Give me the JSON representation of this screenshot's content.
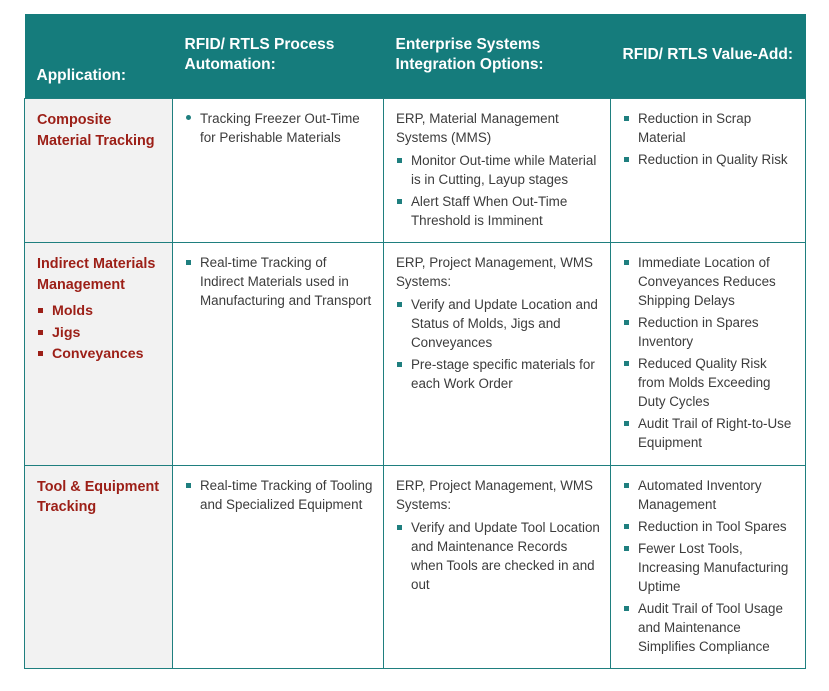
{
  "table": {
    "headers": [
      "Application:",
      "RFID/ RTLS Process Automation:",
      "Enterprise Systems Integration Options:",
      "RFID/ RTLS Value-Add:"
    ],
    "colors": {
      "header_bg": "#157c7c",
      "header_text": "#ffffff",
      "app_cell_bg": "#f2f2f2",
      "app_text": "#9c1f17",
      "border": "#1f7f7f",
      "bullet_teal": "#1f7f7f",
      "bullet_red": "#9c1f17",
      "body_text": "#3c3c3c"
    },
    "rows": [
      {
        "application": "Composite Material Tracking",
        "application_sub": [],
        "process_automation": {
          "lead": "",
          "items": [
            {
              "text": "Tracking Freezer Out-Time for Perishable Materials",
              "bullet": "dot"
            }
          ]
        },
        "integration": {
          "lead": "ERP, Material Management Systems (MMS)",
          "items": [
            {
              "text": "Monitor Out-time while Material is in Cutting, Layup stages",
              "bullet": "square"
            },
            {
              "text": "Alert Staff When Out-Time Threshold is Imminent",
              "bullet": "square"
            }
          ]
        },
        "value_add": {
          "lead": "",
          "items": [
            {
              "text": "Reduction in Scrap Material",
              "bullet": "square"
            },
            {
              "text": "Reduction in Quality Risk",
              "bullet": "square"
            }
          ]
        }
      },
      {
        "application": "Indirect Materials Management",
        "application_sub": [
          "Molds",
          "Jigs",
          "Conveyances"
        ],
        "process_automation": {
          "lead": "",
          "items": [
            {
              "text": "Real-time Tracking of Indirect Materials used in Manufacturing and Transport",
              "bullet": "square"
            }
          ]
        },
        "integration": {
          "lead": "ERP, Project Management, WMS Systems:",
          "items": [
            {
              "text": "Verify and Update Location and Status of Molds, Jigs and Conveyances",
              "bullet": "square"
            },
            {
              "text": "Pre-stage specific materials for each Work Order",
              "bullet": "square"
            }
          ]
        },
        "value_add": {
          "lead": "",
          "items": [
            {
              "text": "Immediate Location of Conveyances Reduces Shipping Delays",
              "bullet": "square"
            },
            {
              "text": "Reduction in Spares Inventory",
              "bullet": "square"
            },
            {
              "text": "Reduced Quality Risk from Molds Exceeding Duty Cycles",
              "bullet": "square"
            },
            {
              "text": "Audit Trail of Right-to-Use Equipment",
              "bullet": "square"
            }
          ]
        }
      },
      {
        "application": "Tool & Equipment Tracking",
        "application_sub": [],
        "process_automation": {
          "lead": "",
          "items": [
            {
              "text": "Real-time Tracking of Tooling and Specialized Equipment",
              "bullet": "square"
            }
          ]
        },
        "integration": {
          "lead": "ERP, Project Management, WMS Systems:",
          "items": [
            {
              "text": "Verify and Update Tool Location and Maintenance Records when Tools are checked in and out",
              "bullet": "square"
            }
          ]
        },
        "value_add": {
          "lead": "",
          "items": [
            {
              "text": "Automated  Inventory Management",
              "bullet": "square"
            },
            {
              "text": "Reduction in Tool Spares",
              "bullet": "square"
            },
            {
              "text": "Fewer Lost Tools, Increasing Manufacturing Uptime",
              "bullet": "square"
            },
            {
              "text": "Audit Trail of Tool Usage and Maintenance Simplifies Compliance",
              "bullet": "square"
            }
          ]
        }
      }
    ]
  }
}
